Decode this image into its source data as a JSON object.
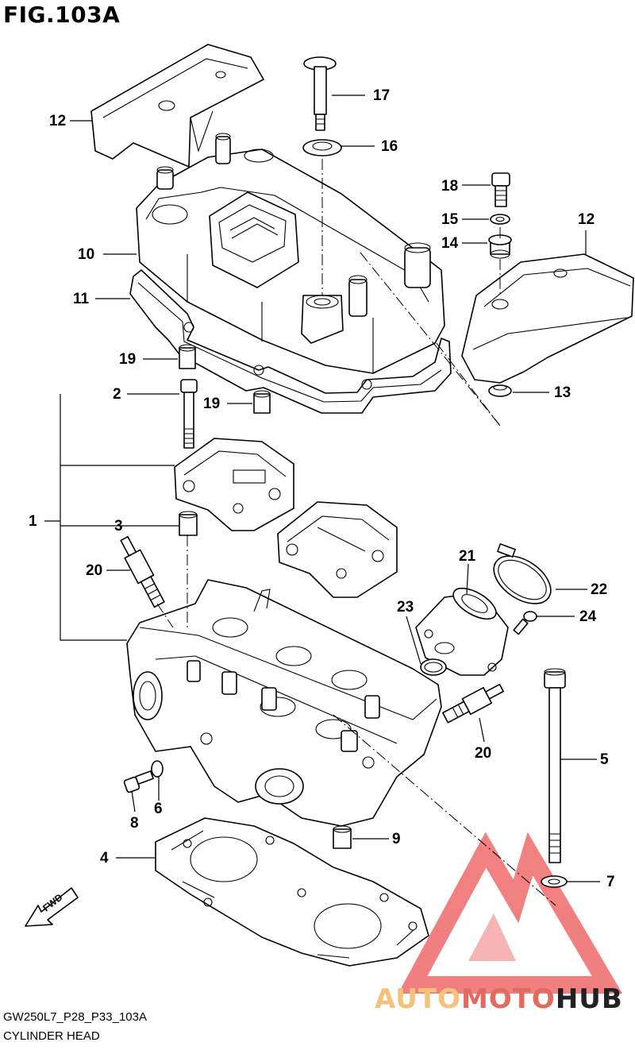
{
  "figure": {
    "title": "FIG.103A",
    "code": "GW250L7_P28_P33_103A",
    "name": "CYLINDER HEAD"
  },
  "fwd_label": "FWD",
  "watermark": {
    "part1": "AUTO",
    "part2": "MOTO",
    "part3": "HUB",
    "colors": {
      "auto": "#f5c27a",
      "moto": "#e36a5e",
      "hub": "#222222",
      "logo": "#ee6b6b"
    }
  },
  "callouts": {
    "c1": "1",
    "c2": "2",
    "c3": "3",
    "c4": "4",
    "c5": "5",
    "c6": "6",
    "c7": "7",
    "c8": "8",
    "c9": "9",
    "c10": "10",
    "c11": "11",
    "c12a": "12",
    "c12b": "12",
    "c13": "13",
    "c14": "14",
    "c15": "15",
    "c16": "16",
    "c17": "17",
    "c18": "18",
    "c19a": "19",
    "c19b": "19",
    "c20a": "20",
    "c20b": "20",
    "c21": "21",
    "c22": "22",
    "c23": "23",
    "c24": "24"
  }
}
